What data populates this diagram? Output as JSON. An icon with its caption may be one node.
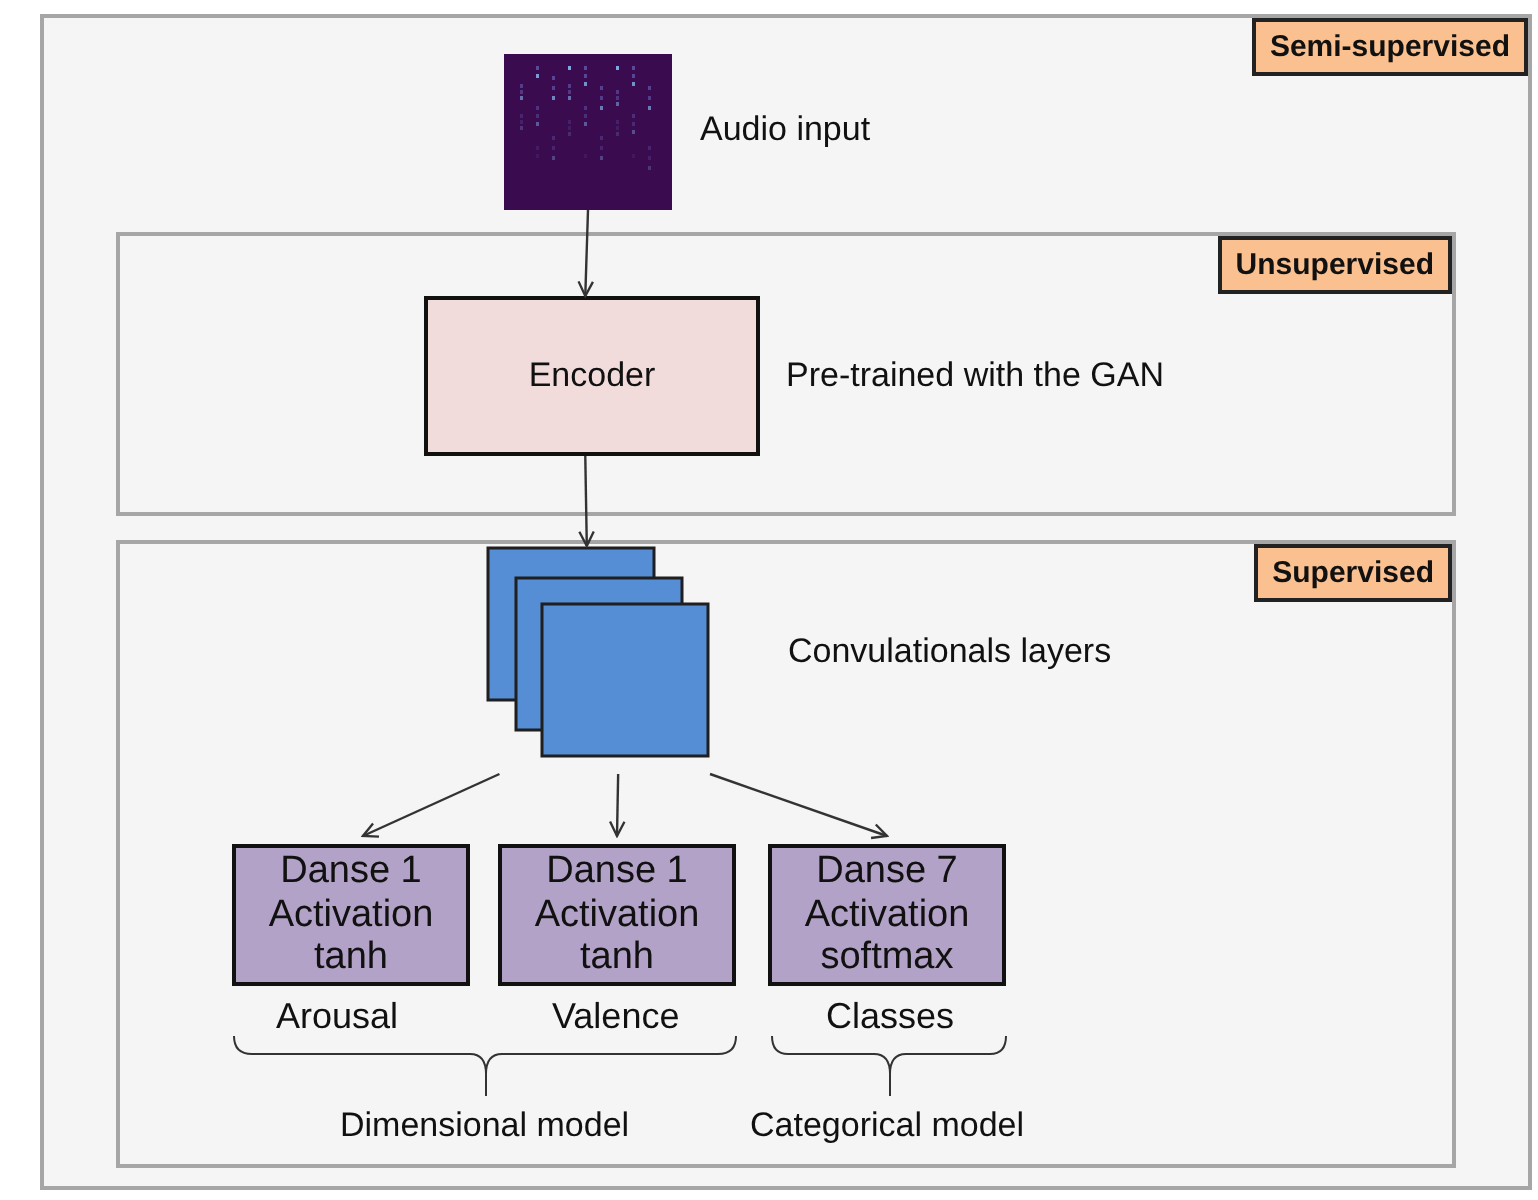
{
  "diagram": {
    "nodes": [
      {
        "text": [
          "Semi-supervised"
        ]
      },
      {
        "text": [],
        "shape": "picture",
        "in": 0,
        "beside": [
          "Audio input"
        ]
      },
      {
        "text": [
          "Unsupervised"
        ],
        "in": 0
      },
      {
        "text": [
          "Encoder"
        ],
        "in": 2,
        "beside": [
          "Pre-trained with the GAN"
        ]
      },
      {
        "text": [
          "Supervised"
        ],
        "in": 0
      },
      {
        "text": [],
        "shape": "box",
        "in": 4,
        "beside": [
          "Convulationals layers"
        ]
      },
      {
        "text": [
          "Danse 1 Activation tanh"
        ],
        "in": 4,
        "beside": [
          "Arousal"
        ]
      },
      {
        "text": [
          "Danse 1 Activation tanh"
        ],
        "in": 4,
        "beside": [
          "Valence"
        ]
      },
      {
        "text": [
          "Danse 7 Activation softmax"
        ],
        "in": 4,
        "beside": [
          "Classes"
        ]
      }
    ],
    "edges": [
      {
        "from": 1,
        "to": 3,
        "arrow": "to"
      },
      {
        "from": 3,
        "to": 5,
        "arrow": "to"
      },
      {
        "from": 5,
        "to": 6,
        "arrow": "to"
      },
      {
        "from": 5,
        "to": 7,
        "arrow": "to"
      },
      {
        "from": 5,
        "to": 8,
        "arrow": "to"
      }
    ],
    "labels": [
      "Dimensional model",
      "Categorical model"
    ]
  }
}
